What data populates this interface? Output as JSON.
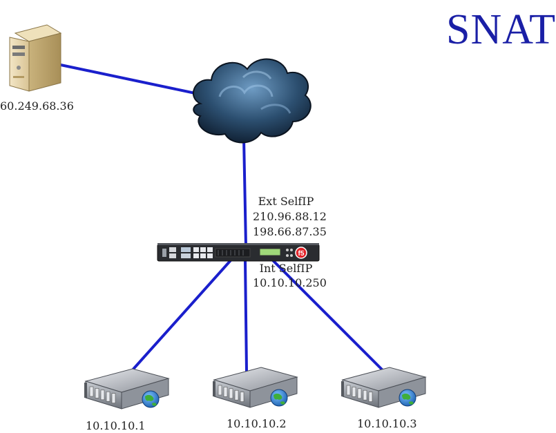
{
  "title": "SNAT",
  "client": {
    "ip": "60.249.68.36"
  },
  "f5": {
    "ext_heading": "Ext SelfIP",
    "ext_ip_1": "210.96.88.12",
    "ext_ip_2": "198.66.87.35",
    "int_heading": "Int SelfIP",
    "int_ip": "10.10.10.250"
  },
  "servers": [
    {
      "ip": "10.10.10.1"
    },
    {
      "ip": "10.10.10.2"
    },
    {
      "ip": "10.10.10.3"
    }
  ],
  "colors": {
    "link": "#1a1fcc",
    "title": "#1a1fa6"
  }
}
